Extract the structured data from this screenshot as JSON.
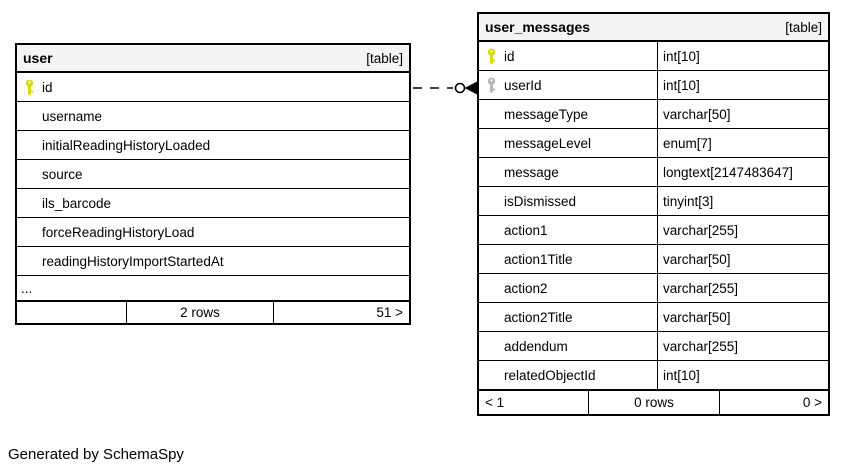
{
  "diagram": {
    "generated_by": "Generated by SchemaSpy"
  },
  "colors": {
    "pk_key": "#d8d800",
    "fk_key": "#b4b4b4",
    "header_bg": "#f4f4f4",
    "border": "#000000",
    "background": "#ffffff"
  },
  "relationship": {
    "from_table": "user",
    "from_column": "id",
    "to_table": "user_messages",
    "to_column": "userId",
    "line_style": "dashed",
    "end_markers": "circle-arrow"
  },
  "tables": [
    {
      "name": "user",
      "badge": "[table]",
      "has_types": false,
      "columns": [
        {
          "name": "id",
          "key": "pk"
        },
        {
          "name": "username"
        },
        {
          "name": "initialReadingHistoryLoaded"
        },
        {
          "name": "source"
        },
        {
          "name": "ils_barcode"
        },
        {
          "name": "forceReadingHistoryLoad"
        },
        {
          "name": "readingHistoryImportStartedAt"
        },
        {
          "name": "...",
          "ellipsis": true
        }
      ],
      "footer": {
        "left": "",
        "center": "2 rows",
        "right": "51 >"
      }
    },
    {
      "name": "user_messages",
      "badge": "[table]",
      "has_types": true,
      "columns": [
        {
          "name": "id",
          "type": "int[10]",
          "key": "pk"
        },
        {
          "name": "userId",
          "type": "int[10]",
          "key": "fk"
        },
        {
          "name": "messageType",
          "type": "varchar[50]"
        },
        {
          "name": "messageLevel",
          "type": "enum[7]"
        },
        {
          "name": "message",
          "type": "longtext[2147483647]"
        },
        {
          "name": "isDismissed",
          "type": "tinyint[3]"
        },
        {
          "name": "action1",
          "type": "varchar[255]"
        },
        {
          "name": "action1Title",
          "type": "varchar[50]"
        },
        {
          "name": "action2",
          "type": "varchar[255]"
        },
        {
          "name": "action2Title",
          "type": "varchar[50]"
        },
        {
          "name": "addendum",
          "type": "varchar[255]"
        },
        {
          "name": "relatedObjectId",
          "type": "int[10]"
        }
      ],
      "footer": {
        "left": "< 1",
        "center": "0 rows",
        "right": "0 >"
      }
    }
  ]
}
